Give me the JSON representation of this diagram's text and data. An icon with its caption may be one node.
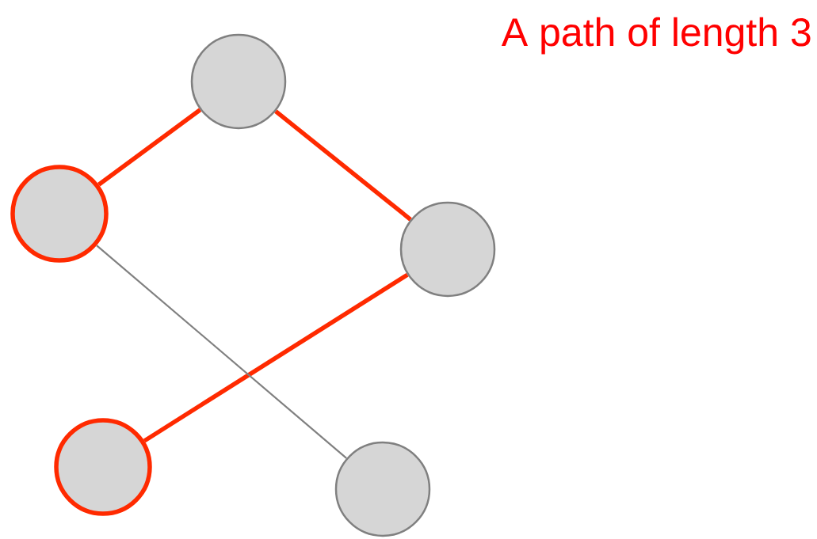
{
  "diagram": {
    "title": "A path of length 3",
    "nodes": [
      {
        "text": [],
        "shape": "circle"
      },
      {
        "text": [],
        "shape": "circle"
      },
      {
        "text": [],
        "shape": "circle"
      },
      {
        "text": [],
        "shape": "circle"
      },
      {
        "text": [],
        "shape": "circle"
      }
    ],
    "edges": [
      {
        "from": 0,
        "to": 1,
        "arrow": "none"
      },
      {
        "from": 0,
        "to": 2,
        "arrow": "none"
      },
      {
        "from": 2,
        "to": 3,
        "arrow": "none"
      },
      {
        "from": 1,
        "to": 4,
        "arrow": "none",
        "color": "#808080"
      }
    ]
  }
}
